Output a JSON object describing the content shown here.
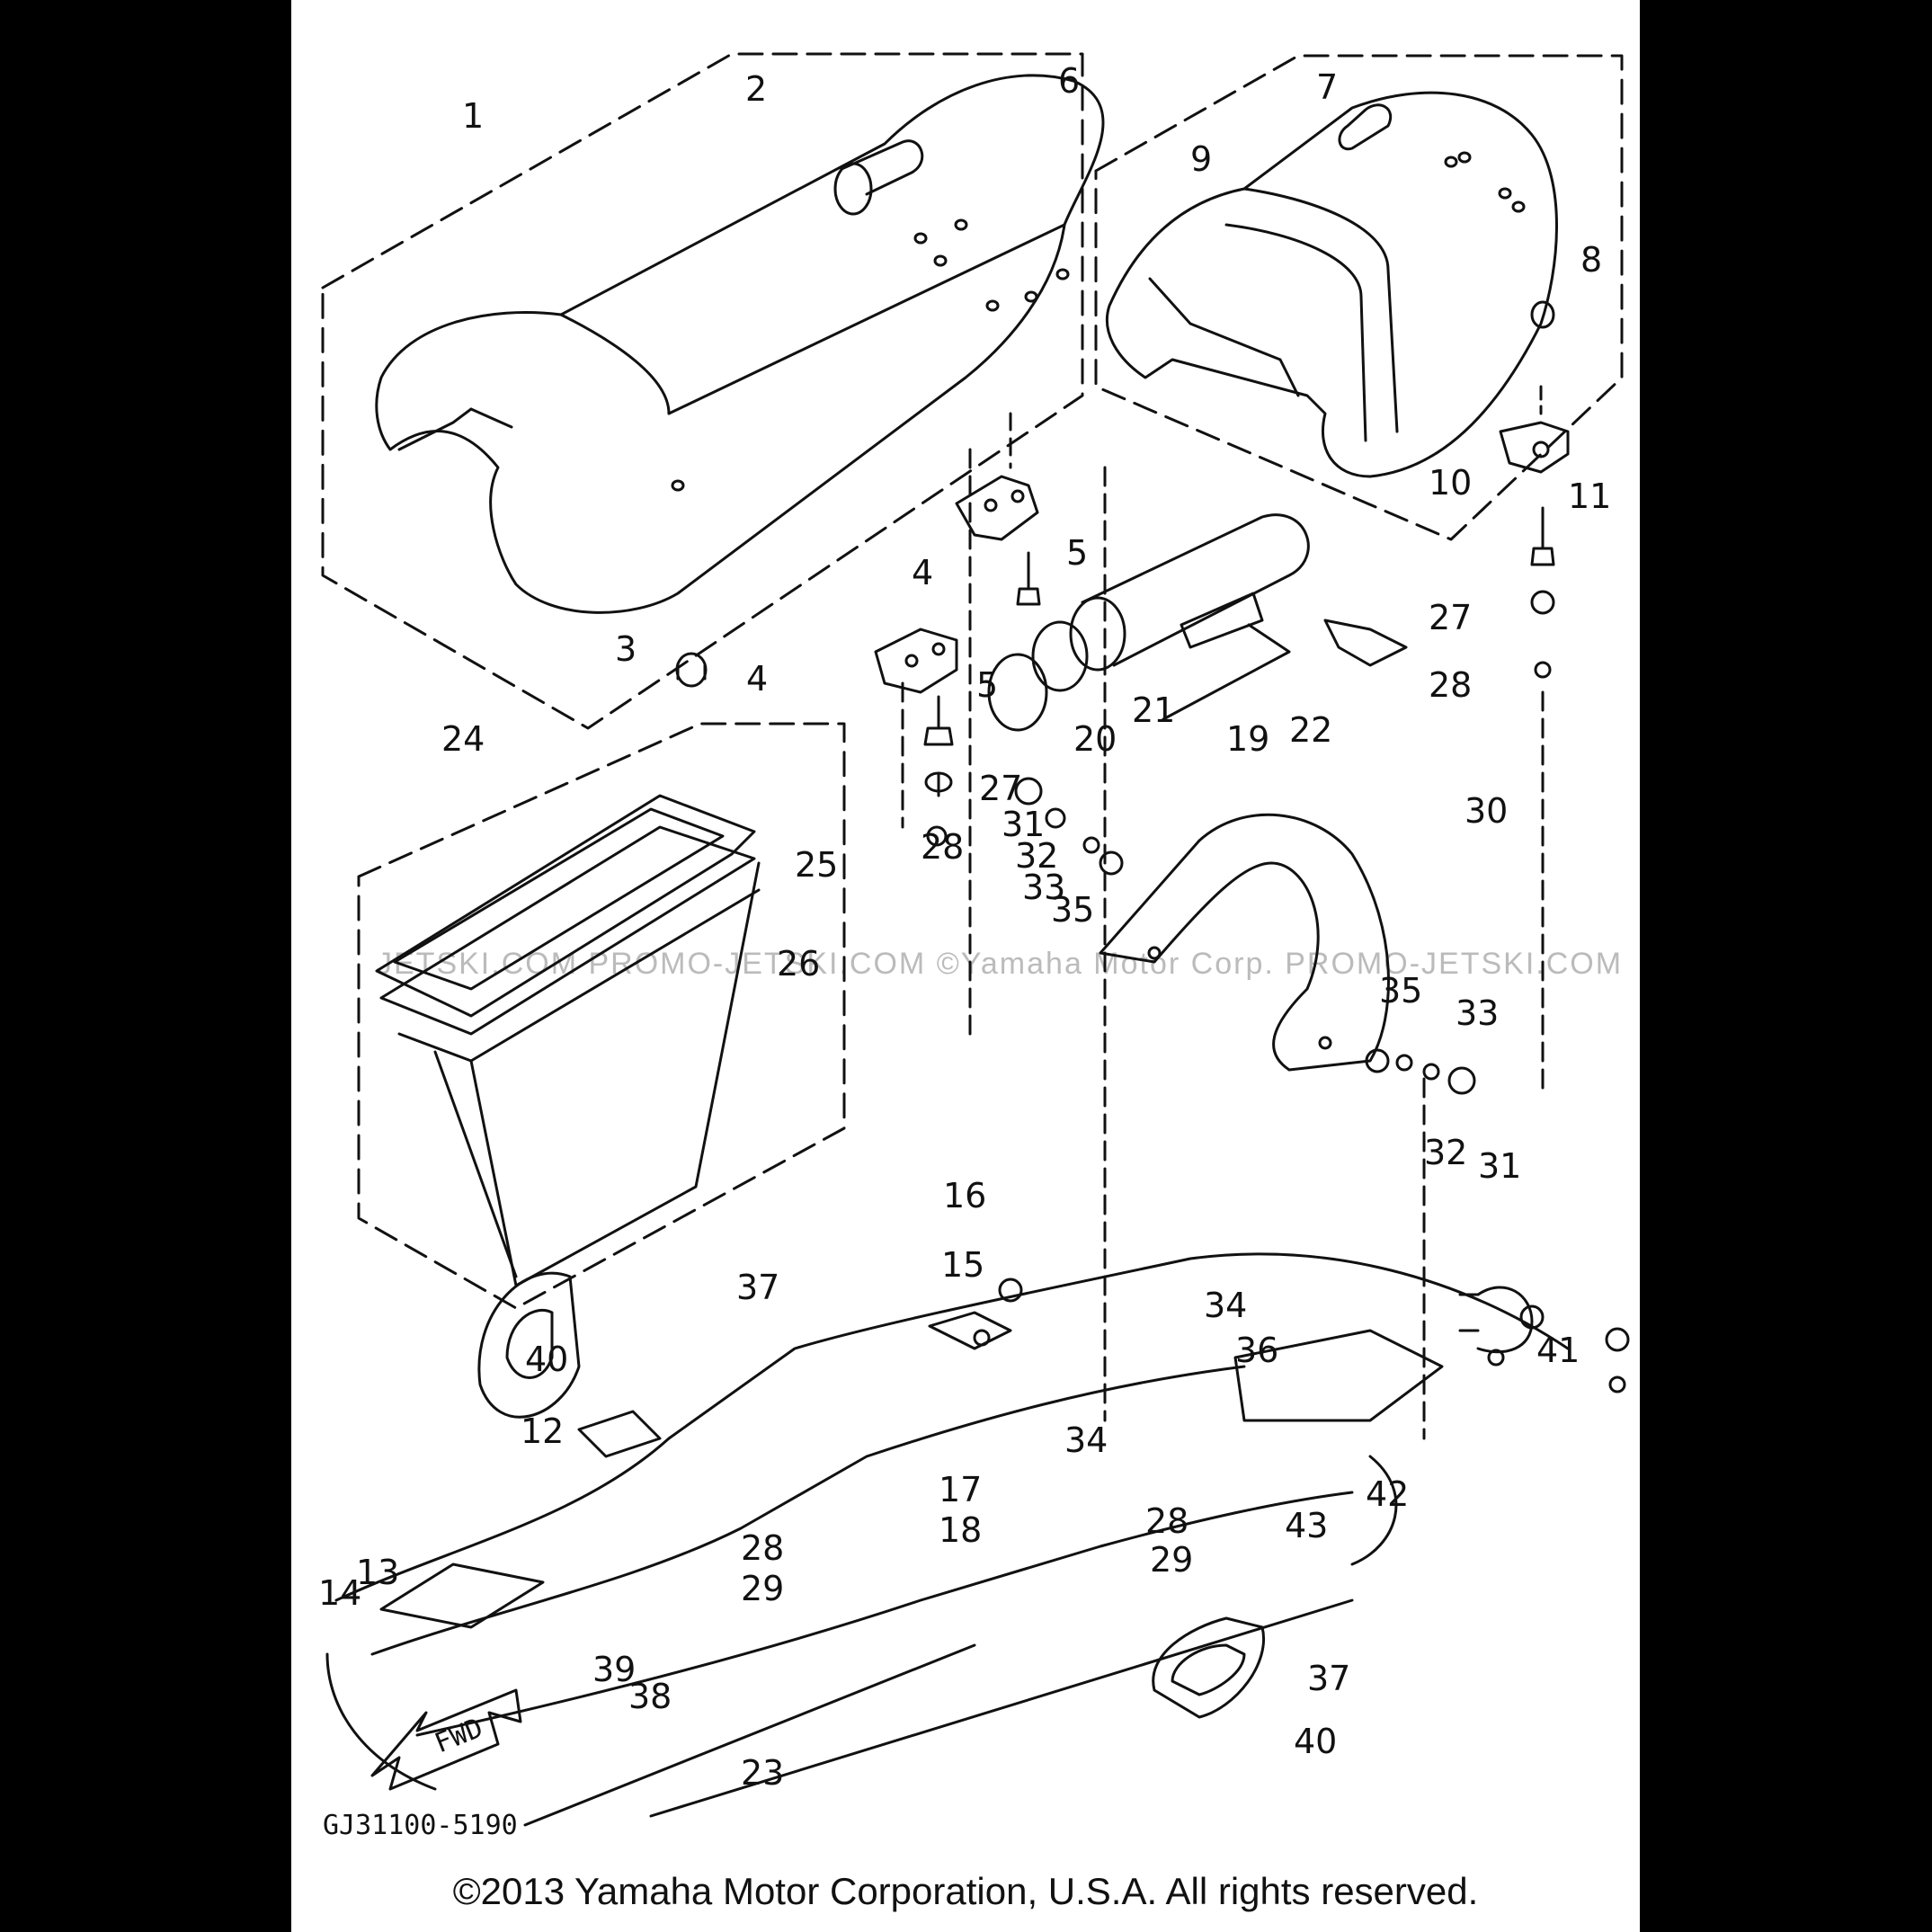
{
  "diagram": {
    "code": "GJ31100-5190",
    "fwd_label": "FWD",
    "watermark": "JETSKI.COM  PROMO-JETSKI.COM  ©Yamaha Motor Corp.  PROMO-JETSKI.COM",
    "copyright": "©2013 Yamaha Motor Corporation, U.S.A. All rights reserved."
  },
  "callouts": [
    "1",
    "2",
    "3",
    "4",
    "4",
    "5",
    "5",
    "6",
    "7",
    "8",
    "9",
    "10",
    "11",
    "12",
    "13",
    "14",
    "15",
    "16",
    "17",
    "18",
    "19",
    "20",
    "21",
    "22",
    "23",
    "24",
    "25",
    "26",
    "27",
    "27",
    "28",
    "28",
    "28",
    "28",
    "29",
    "29",
    "30",
    "31",
    "31",
    "32",
    "32",
    "33",
    "33",
    "34",
    "34",
    "35",
    "35",
    "36",
    "37",
    "37",
    "38",
    "39",
    "40",
    "40",
    "41",
    "42",
    "43"
  ],
  "colors": {
    "ink": "#111111",
    "paper": "#ffffff",
    "border": "#000000"
  }
}
